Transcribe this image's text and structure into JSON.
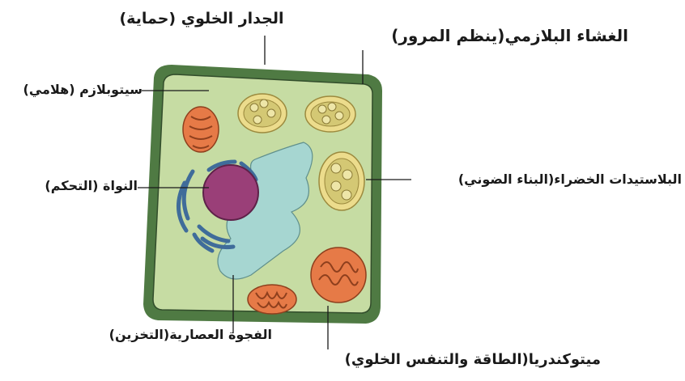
{
  "labels": {
    "cell_wall": "الجدار الخلوي (حماية)",
    "plasma_membrane": "الغشاء البلازمي(ينظم المرور)",
    "cytoplasm": "سيتوبلازم (هلامي)",
    "nucleus": "النواة (التحكم)",
    "chloroplasts": "البلاستيدات الخضراء(البناء الضوني)",
    "vacuole": "الفجوة العصارية(التخزين)",
    "mitochondria": "ميتوكندريا(الطاقة والتنفس الخلوي)"
  },
  "colors": {
    "cell_wall": "#4f7a43",
    "cytoplasm": "#c6dca3",
    "vacuole": "#a6d6d1",
    "nucleus": "#9a3f78",
    "chromatin": "#3f6c9a",
    "chloroplast_fill": "#ecdc8c",
    "mitochondria_fill": "#e67a47"
  }
}
